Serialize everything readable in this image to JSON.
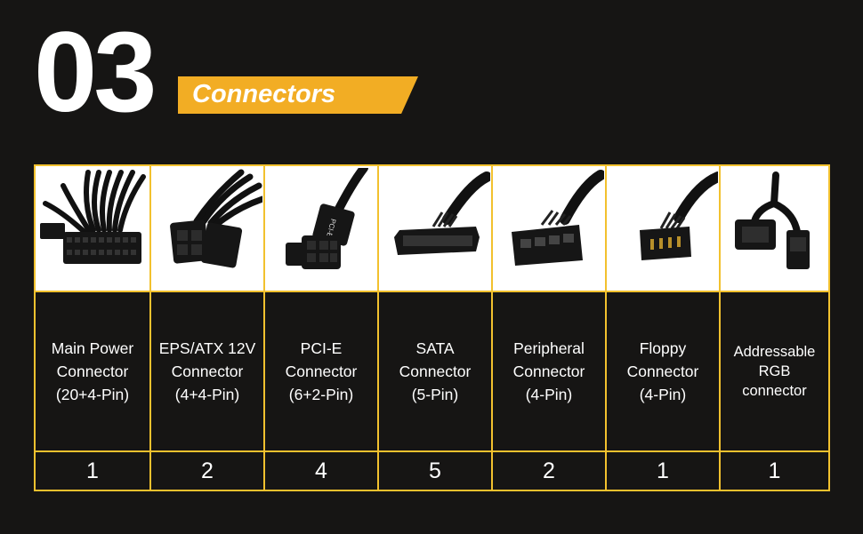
{
  "header": {
    "section_number": "03",
    "title": "Connectors"
  },
  "colors": {
    "background": "#161514",
    "accent": "#f2ad24",
    "grid_border": "#f2c12e",
    "text": "#ffffff"
  },
  "connectors": [
    {
      "icon": "main-power-connector-photo",
      "name": "Main Power\nConnector\n(20+4-Pin)",
      "count": "1"
    },
    {
      "icon": "eps-atx-connector-photo",
      "name": "EPS/ATX 12V\nConnector\n(4+4-Pin)",
      "count": "2"
    },
    {
      "icon": "pcie-connector-photo",
      "name": "PCI-E\nConnector\n(6+2-Pin)",
      "count": "4"
    },
    {
      "icon": "sata-connector-photo",
      "name": "SATA\nConnector\n(5-Pin)",
      "count": "5"
    },
    {
      "icon": "peripheral-connector-photo",
      "name": "Peripheral\nConnector\n(4-Pin)",
      "count": "2"
    },
    {
      "icon": "floppy-connector-photo",
      "name": "Floppy\nConnector\n(4-Pin)",
      "count": "1"
    },
    {
      "icon": "argb-connector-photo",
      "name": "Addressable\nRGB\nconnector",
      "count": "1"
    }
  ],
  "pcie_label": "PCI-E"
}
